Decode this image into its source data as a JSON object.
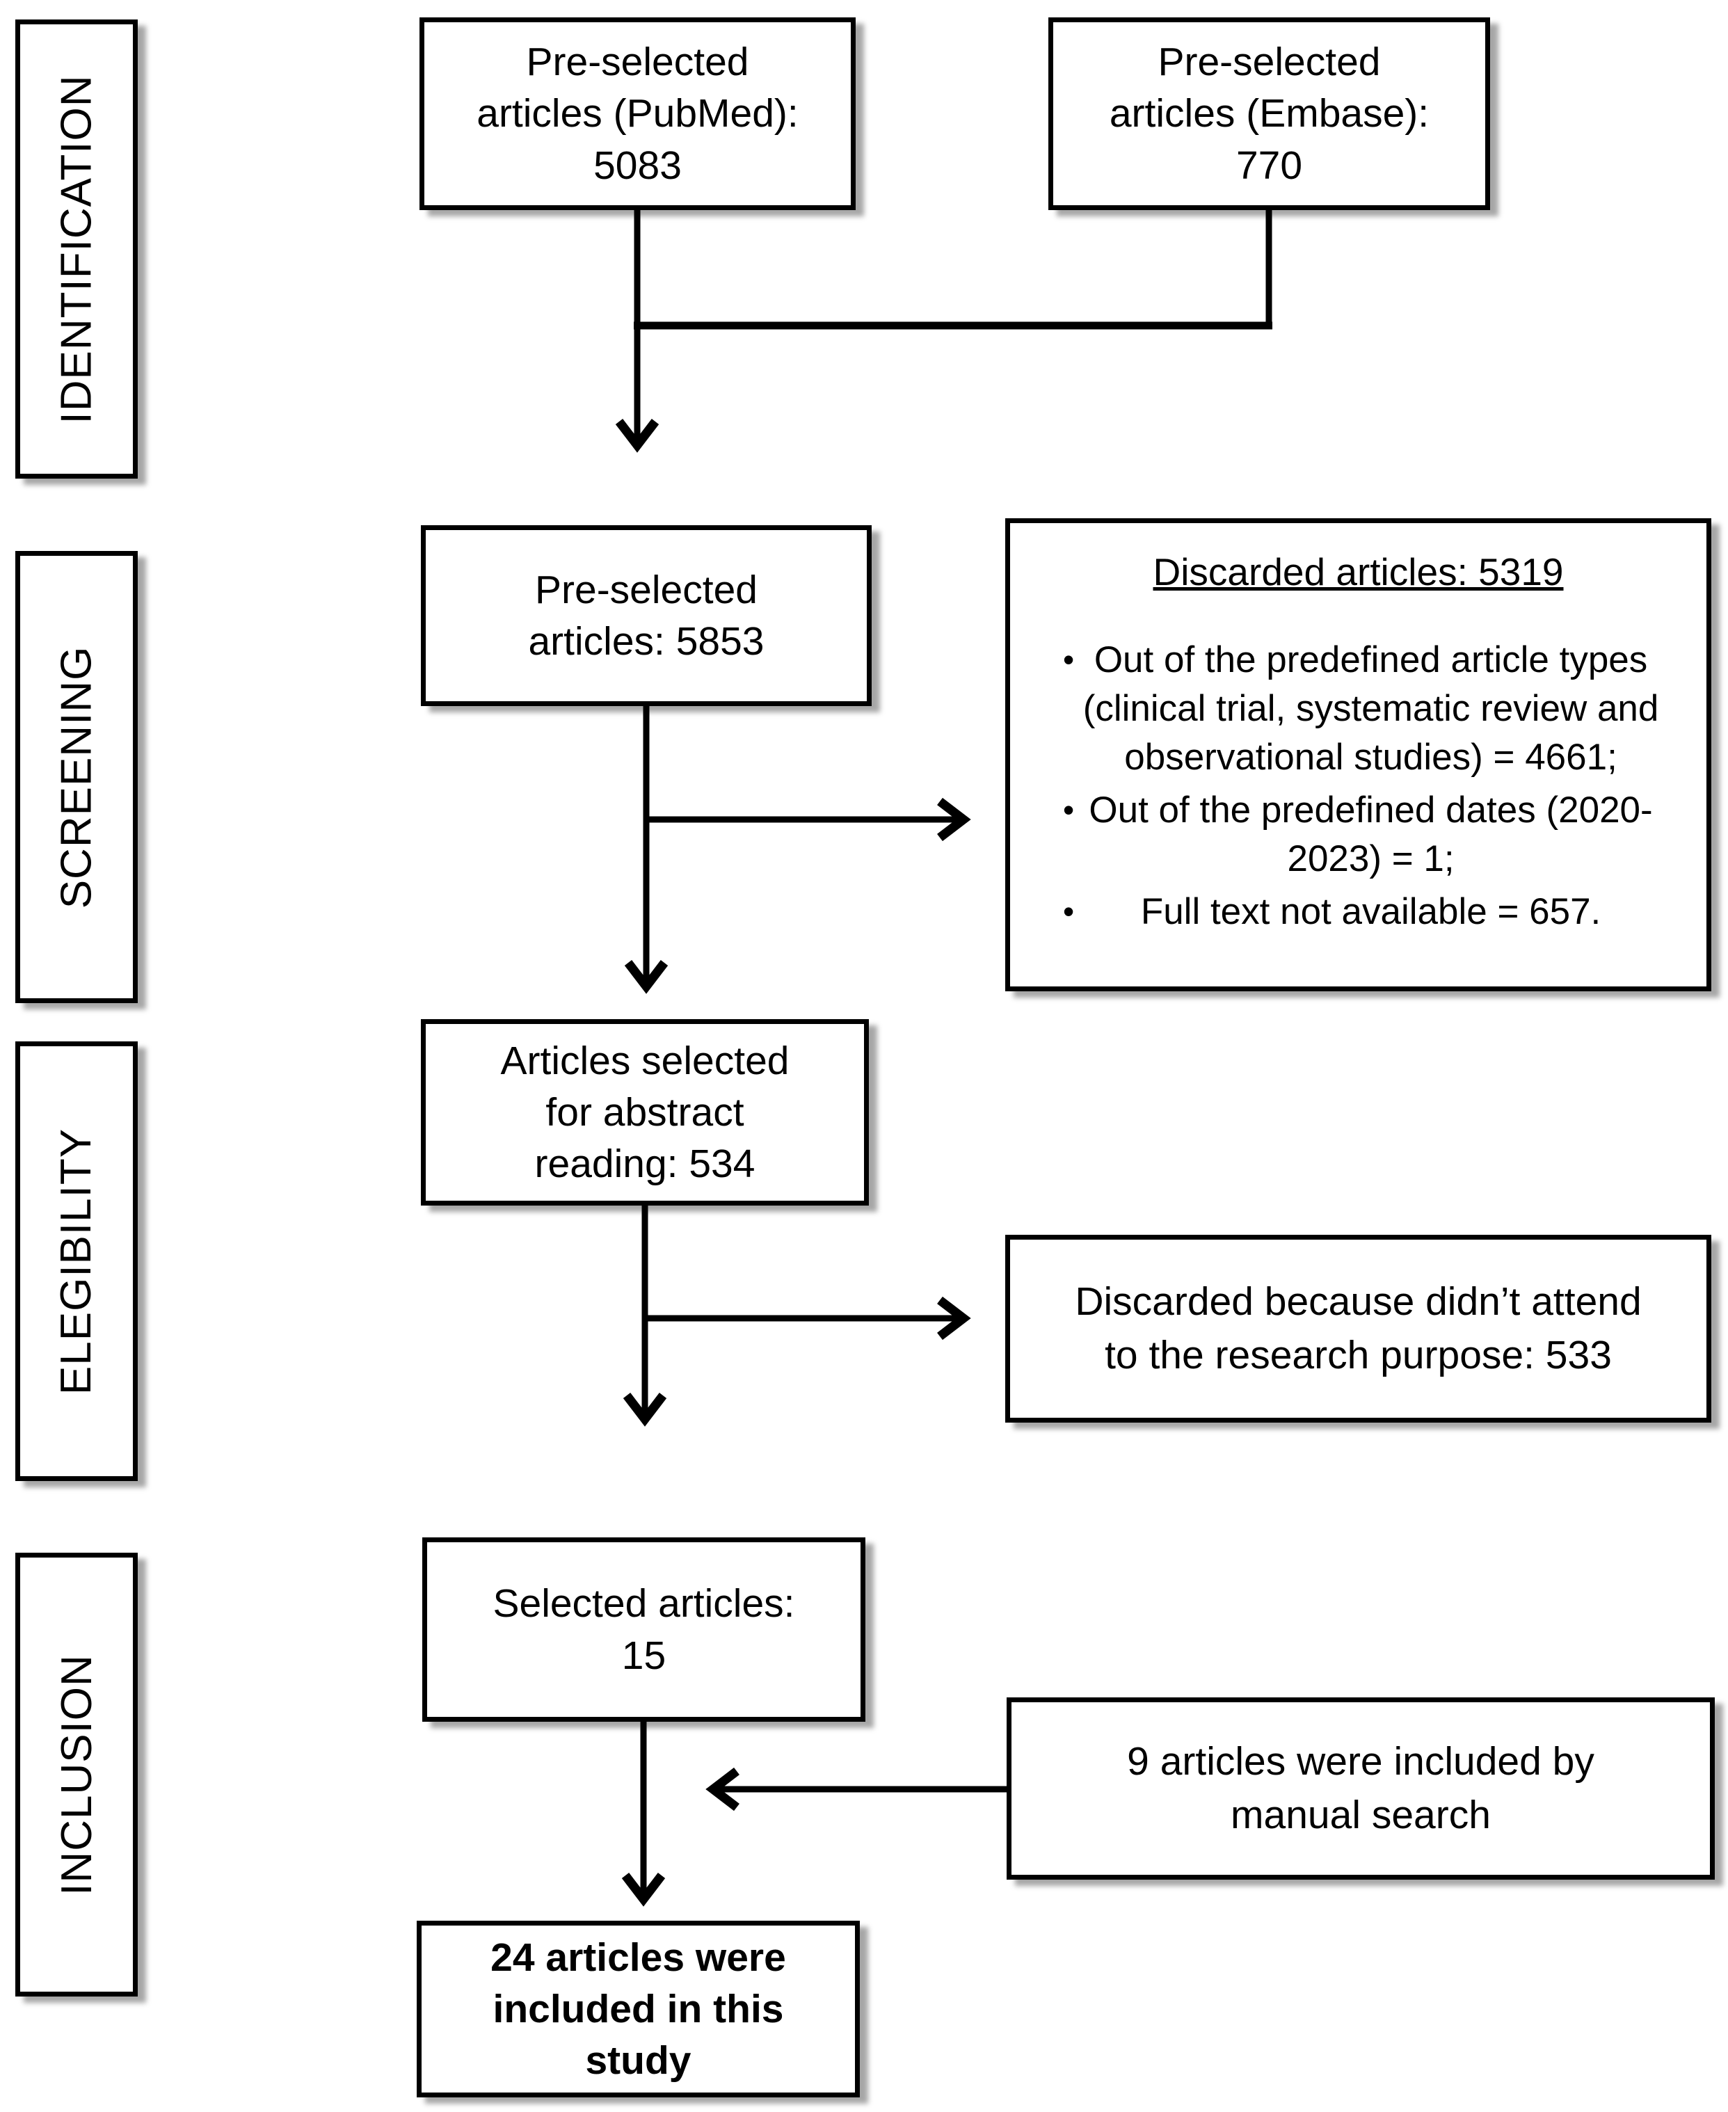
{
  "stage_labels": {
    "identification": "IDENTIFICATION",
    "screening": "SCREENING",
    "eligibility": "ELEGIBILITY",
    "inclusion": "INCLUSION"
  },
  "flow_boxes": {
    "pubmed": "Pre-selected\narticles (PubMed):\n5083",
    "embase": "Pre-selected\narticles (Embase):\n770",
    "pooled": "Pre-selected\narticles: 5853",
    "abstract": "Articles selected\nfor abstract\nreading: 534",
    "selected": "Selected articles:\n15",
    "final": "24 articles were\nincluded in this\nstudy"
  },
  "side_boxes": {
    "discarded_screening": {
      "title": "Discarded articles: 5319",
      "bullet_char": "•",
      "bullets": [
        "Out of the predefined article types (clinical trial, systematic review and observational studies) = 4661;",
        "Out of the predefined dates (2020-2023) = 1;",
        "Full text not available = 657."
      ]
    },
    "discarded_eligibility": {
      "text": "Discarded because didn’t attend\nto the research purpose: 533"
    },
    "manual_search": {
      "text": "9 articles were included by\nmanual search"
    }
  },
  "colors": {
    "line": "#000000",
    "box_border": "#000000",
    "background": "#ffffff",
    "text": "#000000"
  }
}
